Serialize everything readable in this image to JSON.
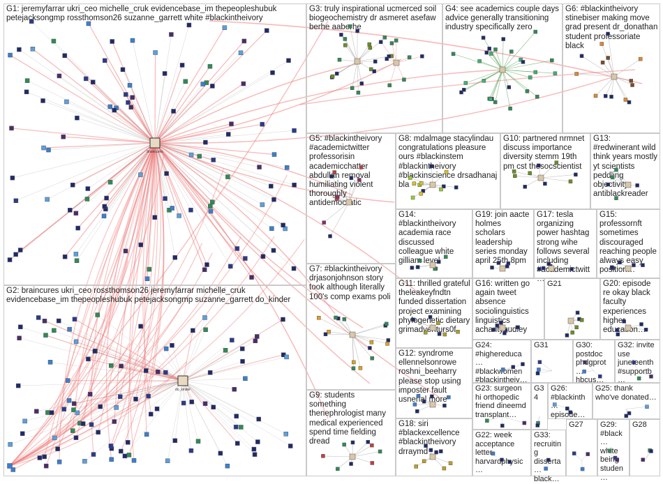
{
  "groups": [
    {
      "id": "G1",
      "label": "G1: jeremyfarrar ukri_ceo michelle_cruk evidencebase_im thepeopleshubuk petejacksongmp rossthomson26 suzanne_garrett white #blackintheivory"
    },
    {
      "id": "G2",
      "label": "G2: braincures ukri_ceo rossthomson26 jeremyfarrar michelle_cruk evidencebase_im thepeopleshubuk petejacksongmp suzanne_garrett do_kinder"
    },
    {
      "id": "G3",
      "label": "G3: truly inspirational ucmerced soil biogeochemistry dr asmeret asefaw berhe aaberhe"
    },
    {
      "id": "G4",
      "label": "G4: see academics couple days advice generally transitioning industry specifically zero"
    },
    {
      "id": "G5",
      "label": "G5: #blackintheivory #academictwitter professorisin academicchatter abdullah removal humiliating violent thoroughly antidemocratic"
    },
    {
      "id": "G6",
      "label": "G6: #blackintheivory stinebiser making move grad present dr_donathan student professoriate black"
    },
    {
      "id": "G7",
      "label": "G7: #blackintheivory drjasonjohnson story took although literally 100's comp exams poli"
    },
    {
      "id": "G8",
      "label": "G8: mdalmage stacylindau congratulations pleasure ours #blackinstem #blackintheivory #blackinscience drsadhanaj bla"
    },
    {
      "id": "G9",
      "label": "G9: students something thenephrologist many medical experienced spend time fielding dread"
    },
    {
      "id": "G10",
      "label": "G10: partnered nrmnet discuss importance diversity stemm 19th pm cst thesocscientist"
    },
    {
      "id": "G11",
      "label": "G11: thrilled grateful theleakeyfndtn funded dissertation project examining phylogenetic dietary grimadventurs0f"
    },
    {
      "id": "G12",
      "label": "G12: syndrome ellennelsonrowe roshni_beeharry please stop using imposter fault usnehal more"
    },
    {
      "id": "G13",
      "label": "G13: #redwinerant wild think years mostly yt scientists peddling objectivity antiblackreader"
    },
    {
      "id": "G14",
      "label": "G14: #blackintheivory academia race discussed colleague white gilliam level"
    },
    {
      "id": "G15",
      "label": "G15: professornft sometimes discouraged reaching people always easy position…"
    },
    {
      "id": "G16",
      "label": "G16: written go again tweet absence sociolinguistics linguistics acharityhudley"
    },
    {
      "id": "G17",
      "label": "G17: tesla organizing power hashtag strong wihe follows several including #academictwitt…"
    },
    {
      "id": "G18",
      "label": "G18: siri #blackexcellence #blackintheivory drraymd"
    },
    {
      "id": "G19",
      "label": "G19: join aacte holmes scholars leadership series monday april 25th 8pm"
    },
    {
      "id": "G20",
      "label": "G20: episode re okay black faculty experiences higher education…"
    },
    {
      "id": "G21",
      "label": "G21"
    },
    {
      "id": "G22",
      "label": "G22: week acceptance letter harvardphysic…"
    },
    {
      "id": "G23",
      "label": "G23: surgeon hi orthopedic friend dineemd transplant…"
    },
    {
      "id": "G24",
      "label": "G24: #highereduca… #blackwomen #blackintheiv…"
    },
    {
      "id": "G25",
      "label": "G25: thank who've donated…"
    },
    {
      "id": "G26",
      "label": "G26: #blackinth… episode…"
    },
    {
      "id": "G27",
      "label": "G27"
    },
    {
      "id": "G28",
      "label": "G28"
    },
    {
      "id": "G29",
      "label": "G29: #black… white being studen…"
    },
    {
      "id": "G30",
      "label": "G30: postdoc phdgprot… hbcus…"
    },
    {
      "id": "G31",
      "label": "G31"
    },
    {
      "id": "G32",
      "label": "G32: invite use juneteenth #supportb…"
    },
    {
      "id": "G33",
      "label": "G33: recruiting disserta… black…"
    },
    {
      "id": "G34",
      "label": "G34"
    }
  ],
  "hubs": [
    {
      "name": "braincures"
    },
    {
      "name": "do_kinder"
    }
  ],
  "colors": {
    "edge_red": "#f07b7b",
    "edge_gray": "#9a9a9a",
    "edge_green": "#2e8b2e",
    "node_dark": "#1f2a6b",
    "node_blue": "#3a7fd0",
    "box_border": "#c9c9c9"
  }
}
